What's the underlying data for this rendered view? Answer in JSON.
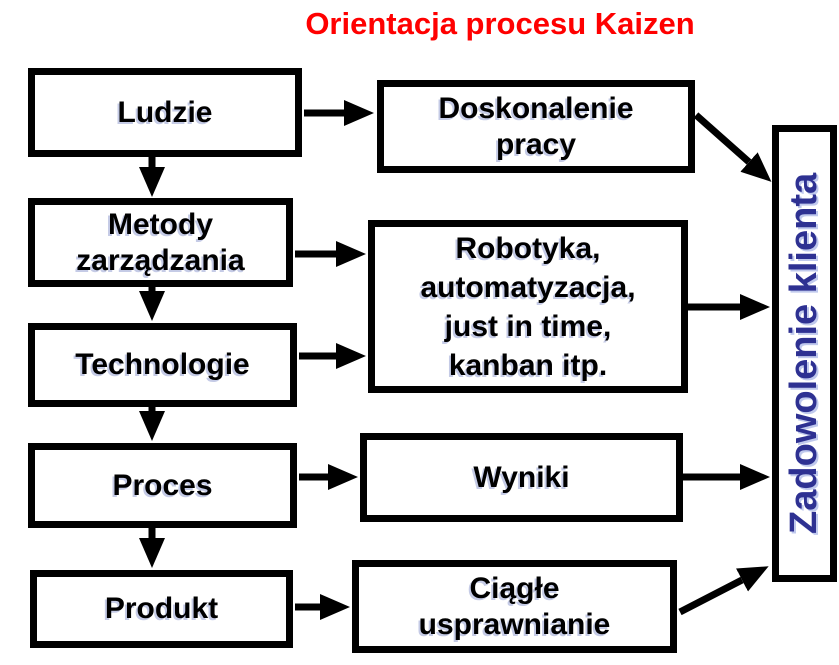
{
  "title": {
    "text": "Orientacja procesu Kaizen",
    "color": "#ff0000"
  },
  "nodes": {
    "ludzie": "Ludzie",
    "metody": "Metody\nzarządzania",
    "technologie": "Technologie",
    "proces": "Proces",
    "produkt": "Produkt",
    "doskonalenie": "Doskonalenie\npracy",
    "robotyka": "Robotyka,\nautomatyzacja,\njust in time,\nkanban itp.",
    "wyniki": "Wyniki",
    "ciagle": "Ciągłe\nusprawnianie",
    "zadowolenie": "Zadowolenie klienta"
  },
  "colors": {
    "background": "#ffffff",
    "box_fill": "#ffffff",
    "box_border": "#000000",
    "node_text": "#000000",
    "title_text": "#ff0000",
    "right_box_text": "#2e3192",
    "arrow": "#000000"
  },
  "edges": [
    {
      "from": "ludzie",
      "to": "metody"
    },
    {
      "from": "metody",
      "to": "technologie"
    },
    {
      "from": "technologie",
      "to": "proces"
    },
    {
      "from": "proces",
      "to": "produkt"
    },
    {
      "from": "ludzie",
      "to": "doskonalenie"
    },
    {
      "from": "metody",
      "to": "robotyka"
    },
    {
      "from": "technologie",
      "to": "robotyka"
    },
    {
      "from": "proces",
      "to": "wyniki"
    },
    {
      "from": "produkt",
      "to": "ciagle"
    },
    {
      "from": "doskonalenie",
      "to": "zadowolenie"
    },
    {
      "from": "robotyka",
      "to": "zadowolenie"
    },
    {
      "from": "wyniki",
      "to": "zadowolenie"
    },
    {
      "from": "ciagle",
      "to": "zadowolenie"
    }
  ]
}
